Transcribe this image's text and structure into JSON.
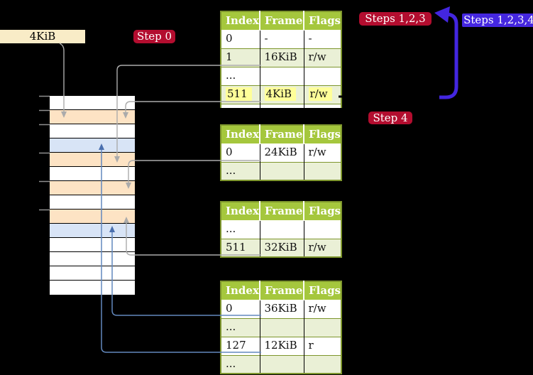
{
  "colors": {
    "bg": "#000000",
    "header-green": "#a5c73d",
    "table-border": "#7e962d",
    "row-green": "#eaf0d6",
    "highlight-yellow": "#ffff99",
    "label-cream": "#f9ecc7",
    "badge-red": "#b30d2f",
    "badge-violet": "#4527e0",
    "connector-gray": "#ababab",
    "connector-blue": "#6288bd",
    "frame-orange": "#fde3c4",
    "frame-blue": "#d8e4f6"
  },
  "labels": {
    "frame_size": "4KiB",
    "step0": "Step 0",
    "steps123": "Steps 1,2,3",
    "steps1234": "Steps 1,2,3,4",
    "step4": "Step 4"
  },
  "memory_stack": {
    "cells": [
      "free",
      "page-table",
      "free",
      "mapped-page",
      "page-table",
      "free",
      "page-table",
      "free",
      "page-table",
      "mapped-page",
      "free",
      "free",
      "free",
      "free"
    ]
  },
  "tables": [
    {
      "headers": [
        "Index",
        "Frame",
        "Flags"
      ],
      "rows": [
        {
          "cells": [
            "0",
            "-",
            "-"
          ]
        },
        {
          "cells": [
            "1",
            "16KiB",
            "r/w"
          ]
        },
        {
          "cells": [
            "...",
            "",
            ""
          ]
        },
        {
          "cells": [
            "511",
            "4KiB",
            "r/w"
          ],
          "highlighted": true
        }
      ]
    },
    {
      "headers": [
        "Index",
        "Frame",
        "Flags"
      ],
      "rows": [
        {
          "cells": [
            "0",
            "24KiB",
            "r/w"
          ]
        },
        {
          "cells": [
            "...",
            "",
            ""
          ]
        }
      ]
    },
    {
      "headers": [
        "Index",
        "Frame",
        "Flags"
      ],
      "rows": [
        {
          "cells": [
            "...",
            "",
            ""
          ]
        },
        {
          "cells": [
            "511",
            "32KiB",
            "r/w"
          ]
        }
      ]
    },
    {
      "headers": [
        "Index",
        "Frame",
        "Flags"
      ],
      "rows": [
        {
          "cells": [
            "0",
            "36KiB",
            "r/w"
          ]
        },
        {
          "cells": [
            "...",
            "",
            ""
          ]
        },
        {
          "cells": [
            "127",
            "12KiB",
            "r"
          ]
        },
        {
          "cells": [
            "...",
            "",
            ""
          ]
        }
      ]
    }
  ]
}
